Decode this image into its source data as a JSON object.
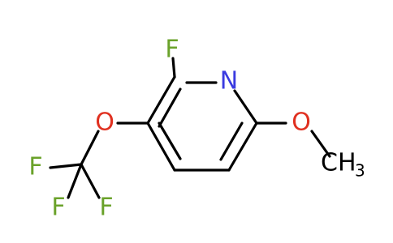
{
  "molecule": {
    "colors": {
      "bond": "#000000",
      "F": "#6aa22a",
      "N": "#3a3ae0",
      "O": "#e03020",
      "C": "#000000"
    },
    "atoms": [
      {
        "id": "F1",
        "symbol": "F"
      },
      {
        "id": "N1",
        "symbol": "N"
      },
      {
        "id": "O1",
        "symbol": "O"
      },
      {
        "id": "O2",
        "symbol": "O"
      },
      {
        "id": "CH3",
        "symbol": "CH",
        "subscript": "3"
      },
      {
        "id": "F2",
        "symbol": "F"
      },
      {
        "id": "F3",
        "symbol": "F"
      },
      {
        "id": "F4",
        "symbol": "F"
      }
    ]
  }
}
